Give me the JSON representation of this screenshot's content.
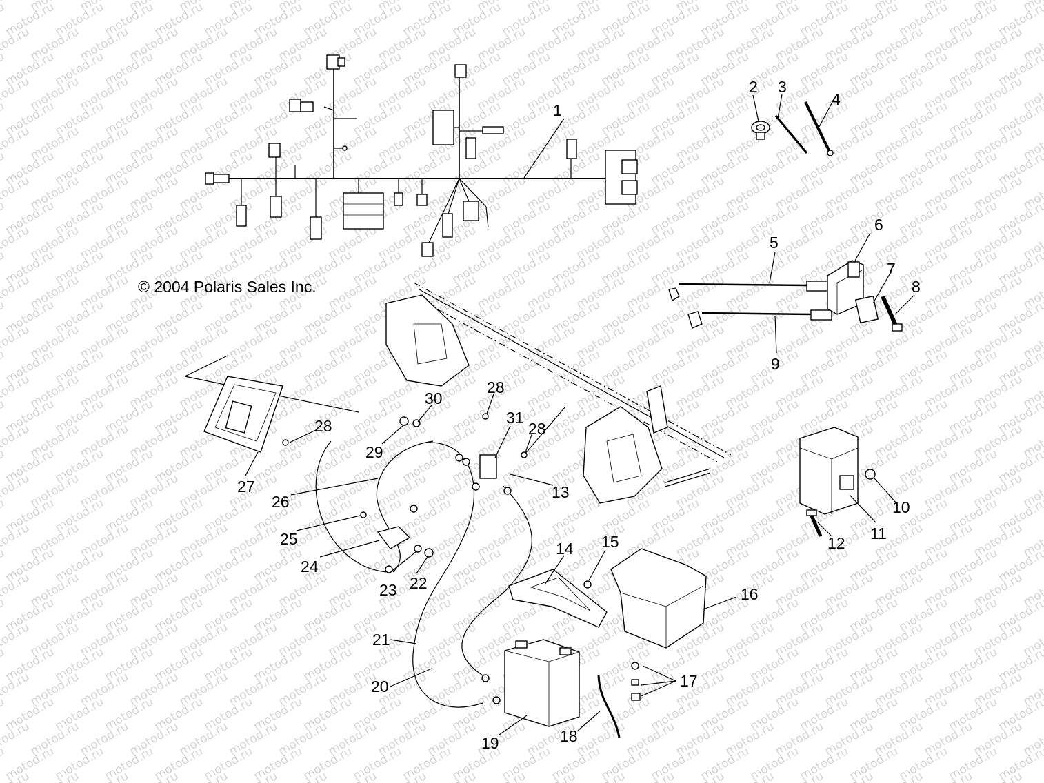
{
  "copyright": "© 2004 Polaris Sales Inc.",
  "watermark": "motod.ru",
  "callouts": [
    "1",
    "2",
    "3",
    "4",
    "5",
    "6",
    "7",
    "8",
    "9",
    "10",
    "11",
    "12",
    "13",
    "14",
    "15",
    "16",
    "17",
    "18",
    "19",
    "20",
    "21",
    "22",
    "23",
    "24",
    "25",
    "26",
    "27",
    "28",
    "28",
    "28",
    "29",
    "30",
    "31"
  ]
}
